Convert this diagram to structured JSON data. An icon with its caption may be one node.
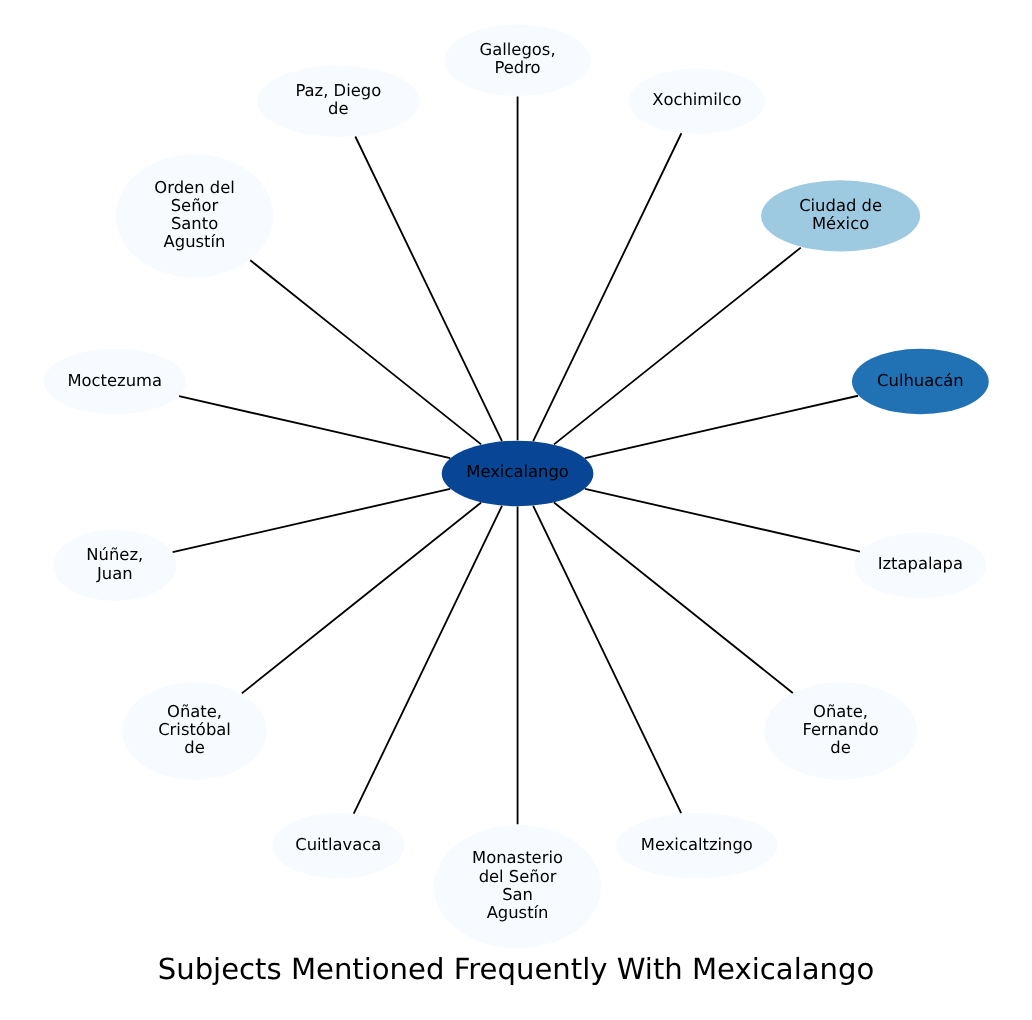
{
  "diagram": {
    "title": "Subjects Mentioned Frequently With Mexicalango",
    "nodes": [
      {
        "text": [
          "Mexicalango"
        ]
      },
      {
        "text": [
          "Culhuacán"
        ]
      },
      {
        "text": [
          "Ciudad de México"
        ]
      },
      {
        "text": [
          "Xochimilco"
        ]
      },
      {
        "text": [
          "Gallegos, Pedro"
        ]
      },
      {
        "text": [
          "Paz, Diego de"
        ]
      },
      {
        "text": [
          "Orden del Señor Santo Agustín"
        ]
      },
      {
        "text": [
          "Moctezuma"
        ]
      },
      {
        "text": [
          "Núñez, Juan"
        ]
      },
      {
        "text": [
          "Oñate, Cristóbal de"
        ]
      },
      {
        "text": [
          "Cuitlavaca"
        ]
      },
      {
        "text": [
          "Monasterio del Señor San Agustín"
        ]
      },
      {
        "text": [
          "Mexicaltzingo"
        ]
      },
      {
        "text": [
          "Oñate, Fernando de"
        ]
      },
      {
        "text": [
          "Iztapalapa"
        ]
      }
    ],
    "edges": [
      {
        "from": 0,
        "to": 1,
        "arrow": "none"
      },
      {
        "from": 0,
        "to": 2,
        "arrow": "none"
      },
      {
        "from": 0,
        "to": 3,
        "arrow": "none"
      },
      {
        "from": 0,
        "to": 4,
        "arrow": "none"
      },
      {
        "from": 0,
        "to": 5,
        "arrow": "none"
      },
      {
        "from": 0,
        "to": 6,
        "arrow": "none"
      },
      {
        "from": 0,
        "to": 7,
        "arrow": "none"
      },
      {
        "from": 0,
        "to": 8,
        "arrow": "none"
      },
      {
        "from": 0,
        "to": 9,
        "arrow": "none"
      },
      {
        "from": 0,
        "to": 10,
        "arrow": "none"
      },
      {
        "from": 0,
        "to": 11,
        "arrow": "none"
      },
      {
        "from": 0,
        "to": 12,
        "arrow": "none"
      },
      {
        "from": 0,
        "to": 13,
        "arrow": "none"
      },
      {
        "from": 0,
        "to": 14,
        "arrow": "none"
      }
    ]
  }
}
